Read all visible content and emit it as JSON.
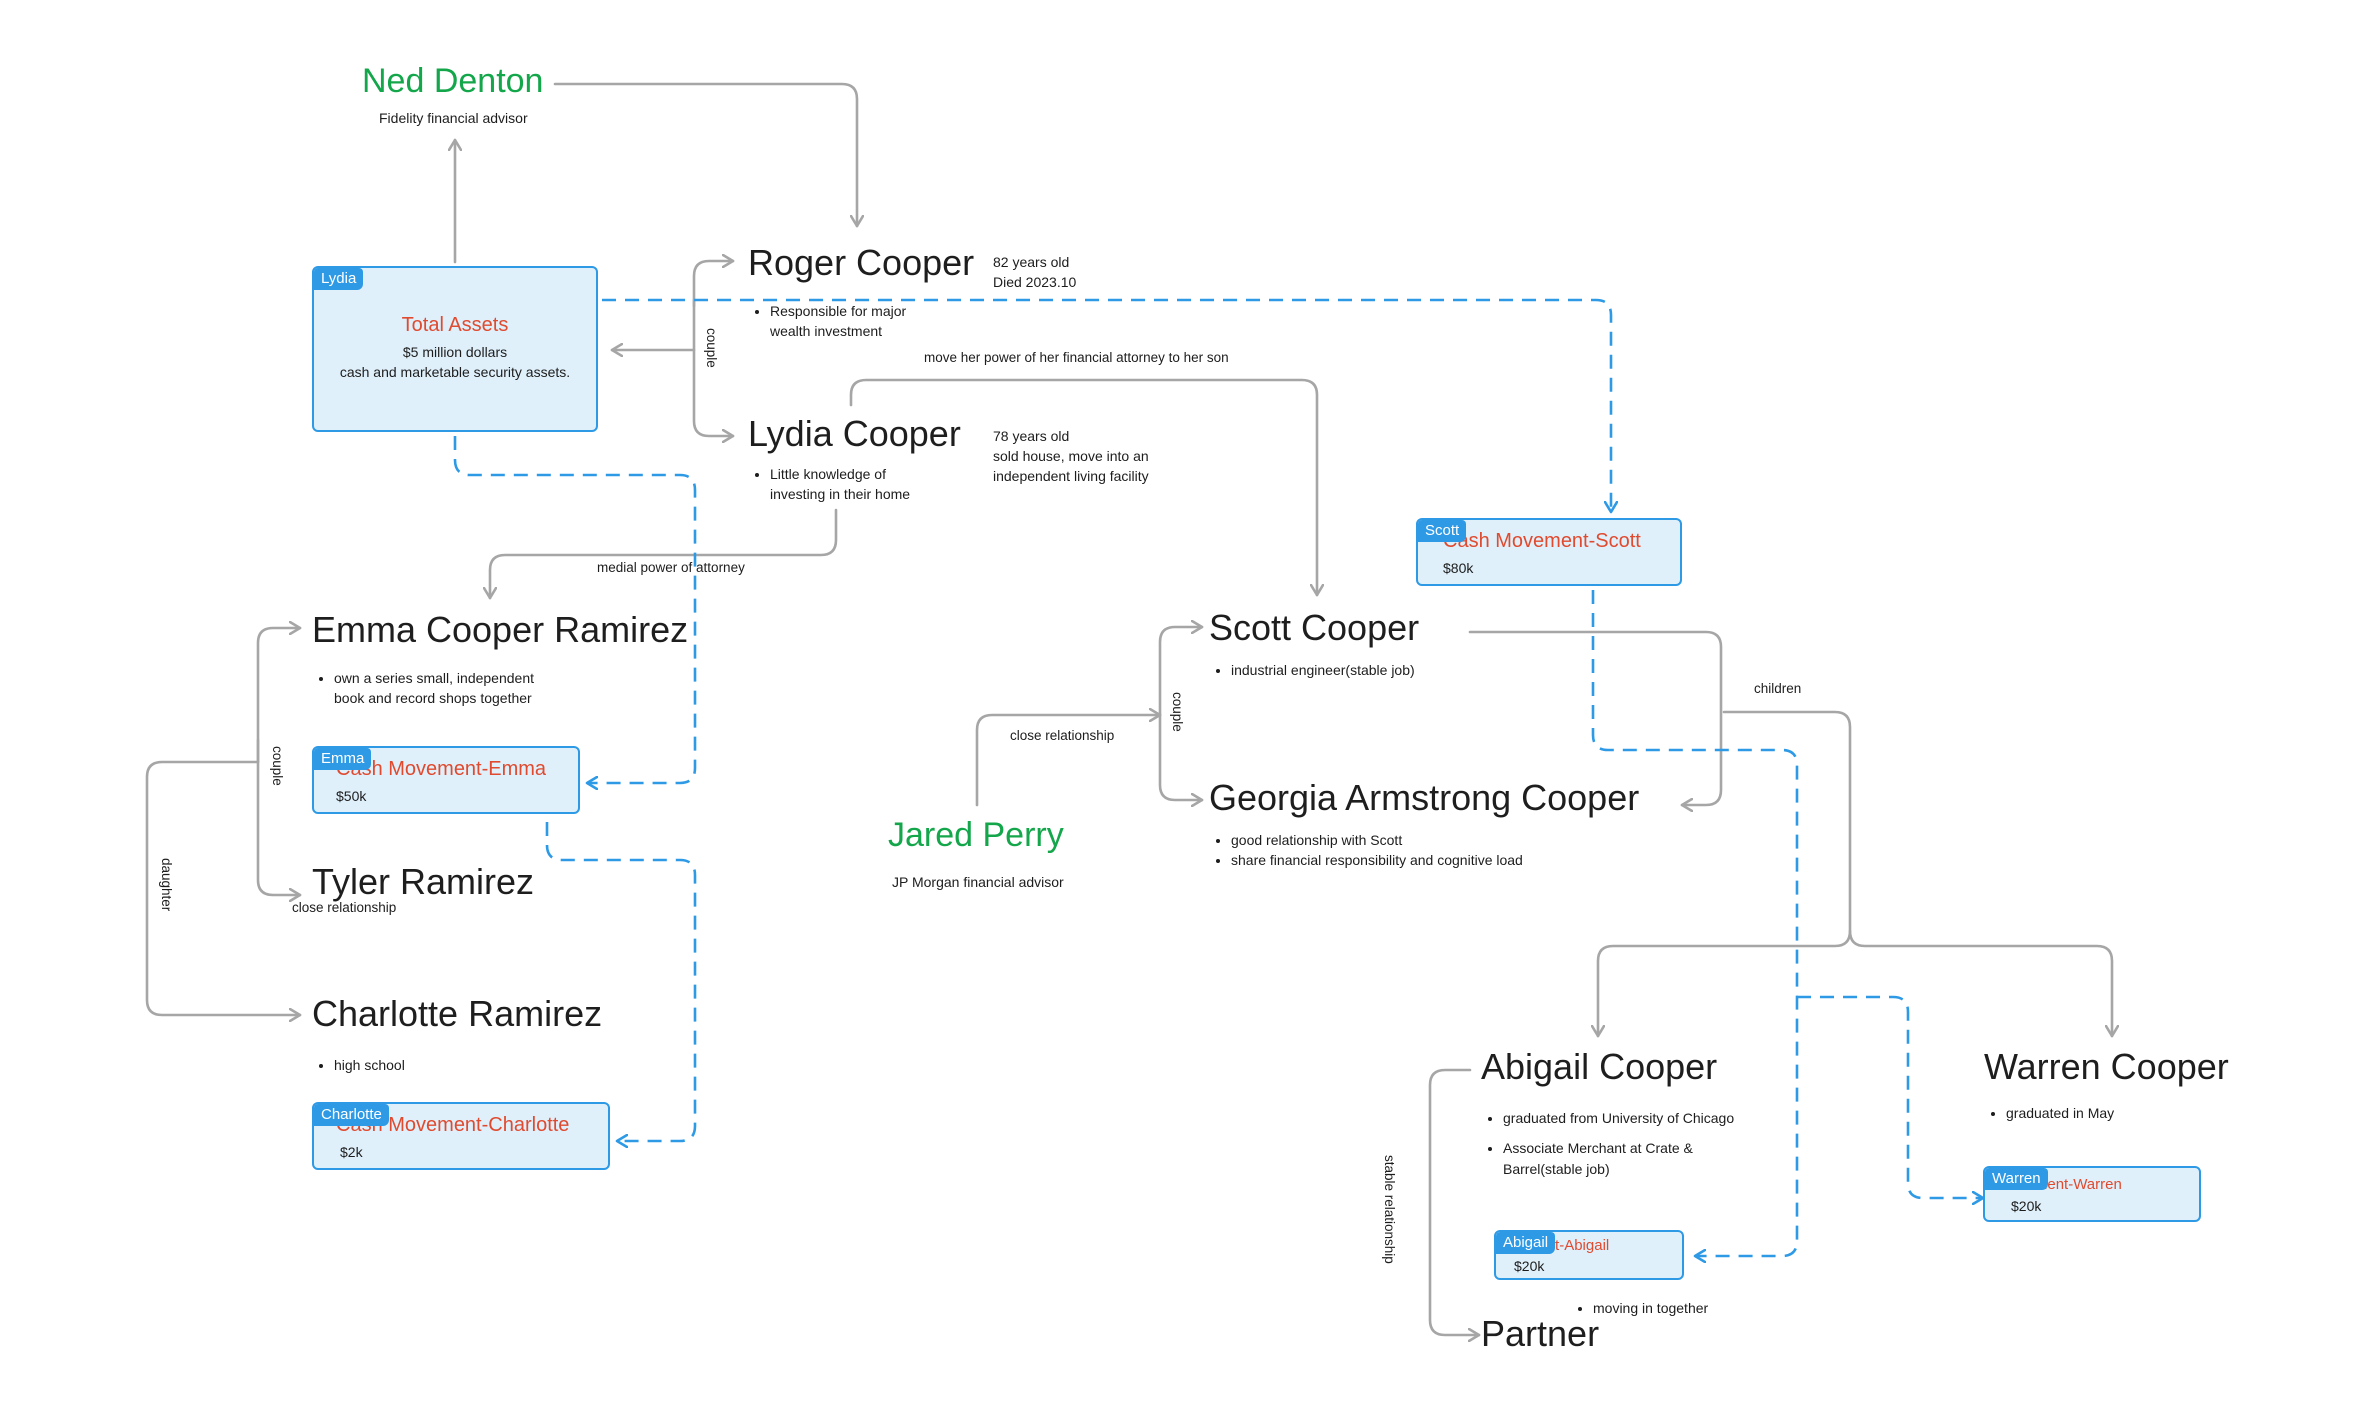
{
  "advisors": {
    "ned": {
      "name": "Ned Denton",
      "role": "Fidelity financial advisor"
    },
    "jared": {
      "name": "Jared Perry",
      "role": "JP Morgan financial advisor"
    }
  },
  "people": {
    "roger": {
      "name": "Roger Cooper",
      "age": "82 years old",
      "status": "Died 2023.10",
      "bullets": [
        "Responsible for major wealth investment"
      ]
    },
    "lydia": {
      "name": "Lydia Cooper",
      "age": "78 years old",
      "status": "sold house, move into an independent living facility",
      "bullets": [
        "Little knowledge of investing in their home"
      ]
    },
    "emma": {
      "name": "Emma Cooper Ramirez",
      "bullets": [
        "own a series small, independent book and record shops together"
      ]
    },
    "tyler": {
      "name": "Tyler Ramirez"
    },
    "charlotte": {
      "name": "Charlotte Ramirez",
      "bullets": [
        "high school"
      ]
    },
    "scott": {
      "name": "Scott Cooper",
      "bullets": [
        "industrial engineer(stable job)"
      ]
    },
    "georgia": {
      "name": "Georgia Armstrong Cooper",
      "bullets": [
        "good relationship with Scott",
        "share financial responsibility and cognitive load"
      ]
    },
    "abigail": {
      "name": "Abigail Cooper",
      "bullets": [
        "graduated from University of Chicago",
        "Associate Merchant at Crate & Barrel(stable job)"
      ]
    },
    "warren": {
      "name": "Warren Cooper",
      "bullets": [
        "graduated in May"
      ]
    },
    "partner": {
      "name": "Partner",
      "bullets": [
        "moving in together"
      ]
    }
  },
  "cards": {
    "assets": {
      "tag": "Lydia",
      "title": "Total Assets",
      "line1": "$5 million dollars",
      "line2": "cash and marketable security assets."
    },
    "scott": {
      "tag": "Scott",
      "title": "Cash Movement-Scott",
      "amount": "$80k"
    },
    "emma": {
      "tag": "Emma",
      "title": "Cash Movement-Emma",
      "amount": "$50k"
    },
    "charlotte": {
      "tag": "Charlotte",
      "title": "Cash Movement-Charlotte",
      "amount": "$2k"
    },
    "abigail": {
      "tag": "Abigail",
      "title": "Cash Movement-Abigail",
      "amount": "$20k"
    },
    "warren": {
      "tag": "Warren",
      "title": "Cash Movement-Warren",
      "amount": "$20k"
    }
  },
  "edge_labels": {
    "couple": "couple",
    "move_poa": "move her power of her financial attorney to her son",
    "medial_poa": "medial power of attorney",
    "close_relationship": "close relationship",
    "daughter": "daughter",
    "children": "children",
    "stable_relationship": "stable relationship"
  },
  "colors": {
    "advisor": "#14a64a",
    "cash_title": "#e04a2f",
    "card_border": "#2e9ae6",
    "card_fill": "#dff0fb",
    "connector": "#a6a6a6",
    "cash_flow": "#2e9ae6"
  }
}
